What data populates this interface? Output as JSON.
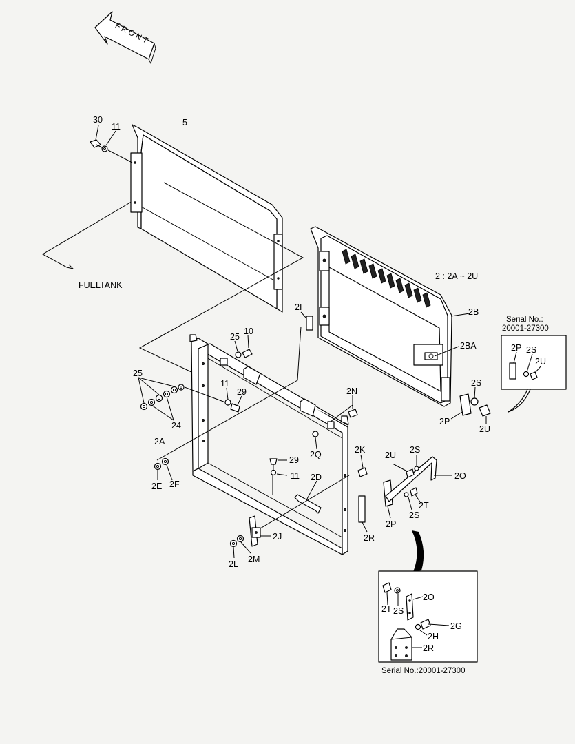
{
  "front_arrow": {
    "text": "FRONT"
  },
  "fueltank_label": "FUELTANK",
  "assembly_note": "2 : 2A ~ 2U",
  "inset_top": {
    "serial_label": "Serial No.:",
    "serial_value": "20001-27300"
  },
  "inset_bottom": {
    "serial_caption": "Serial No.:20001-27300"
  },
  "callouts": {
    "c30": "30",
    "c11a": "11",
    "c5": "5",
    "c2B": "2B",
    "c2BA": "2BA",
    "c2S_a": "2S",
    "c2P_a": "2P",
    "c2U_a": "2U",
    "c2I": "2I",
    "c25a": "25",
    "c10": "10",
    "c25b": "25",
    "c24": "24",
    "c11b": "11",
    "c29a": "29",
    "c2N": "2N",
    "c2A": "2A",
    "c2Q": "2Q",
    "c2E": "2E",
    "c2F": "2F",
    "c29b": "29",
    "c11c": "11",
    "c2K": "2K",
    "c2D": "2D",
    "c2U_b": "2U",
    "c2S_b": "2S",
    "c2O_a": "2O",
    "c2T_a": "2T",
    "c2S_c": "2S",
    "c2P_b": "2P",
    "c2R_a": "2R",
    "c2J": "2J",
    "c2L": "2L",
    "c2M": "2M",
    "i1_2P": "2P",
    "i1_2S": "2S",
    "i1_2U": "2U",
    "i2_2T": "2T",
    "i2_2S": "2S",
    "i2_2O": "2O",
    "i2_2G": "2G",
    "i2_2H": "2H",
    "i2_2R": "2R"
  }
}
